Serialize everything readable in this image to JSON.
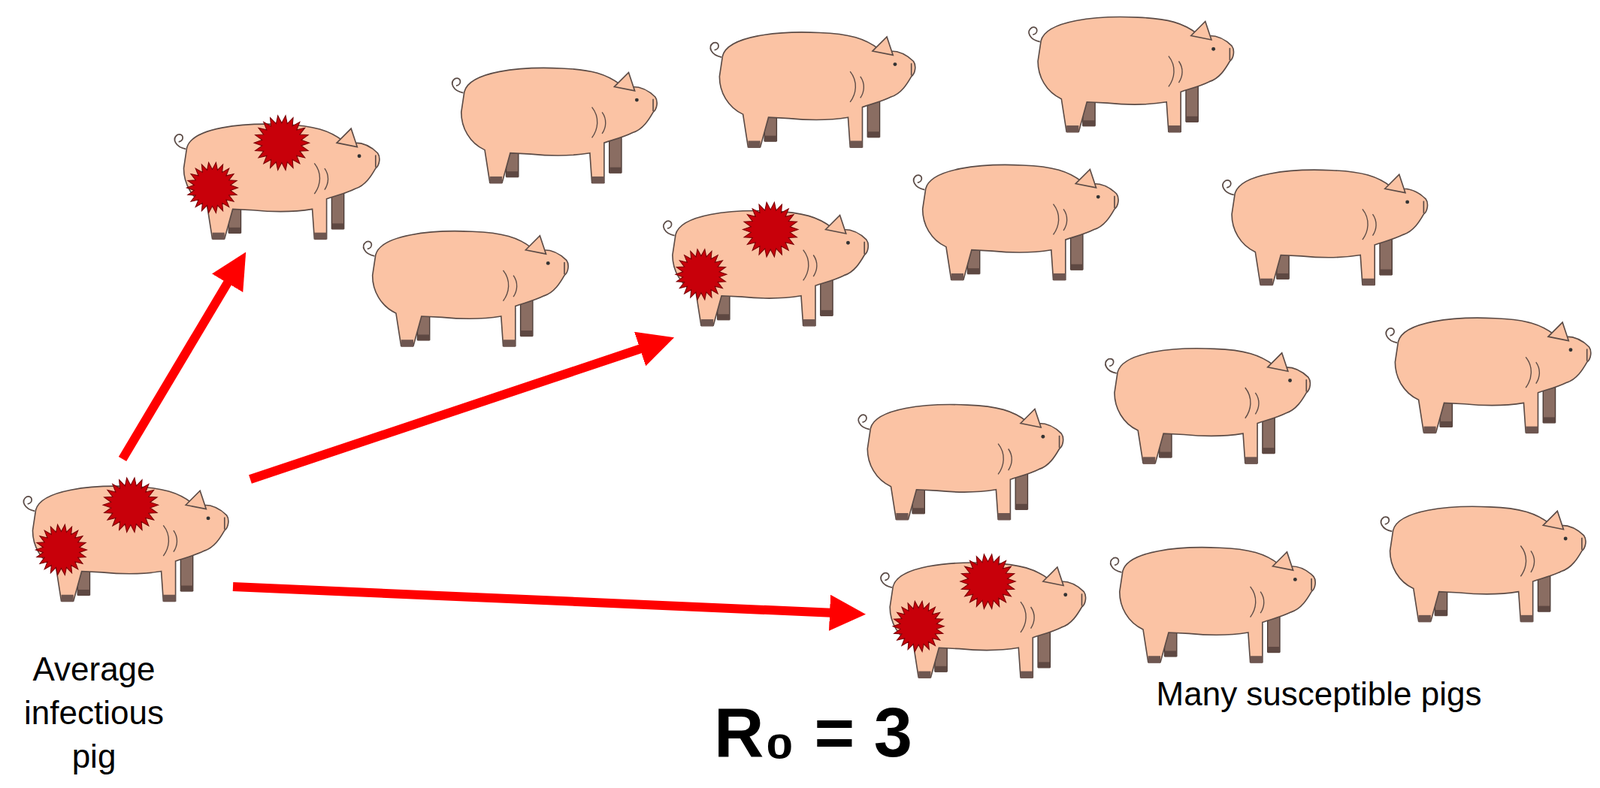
{
  "diagram": {
    "labels": [
      "Average infectious pig",
      "Many susceptible pigs",
      "R₀ = 3"
    ]
  }
}
